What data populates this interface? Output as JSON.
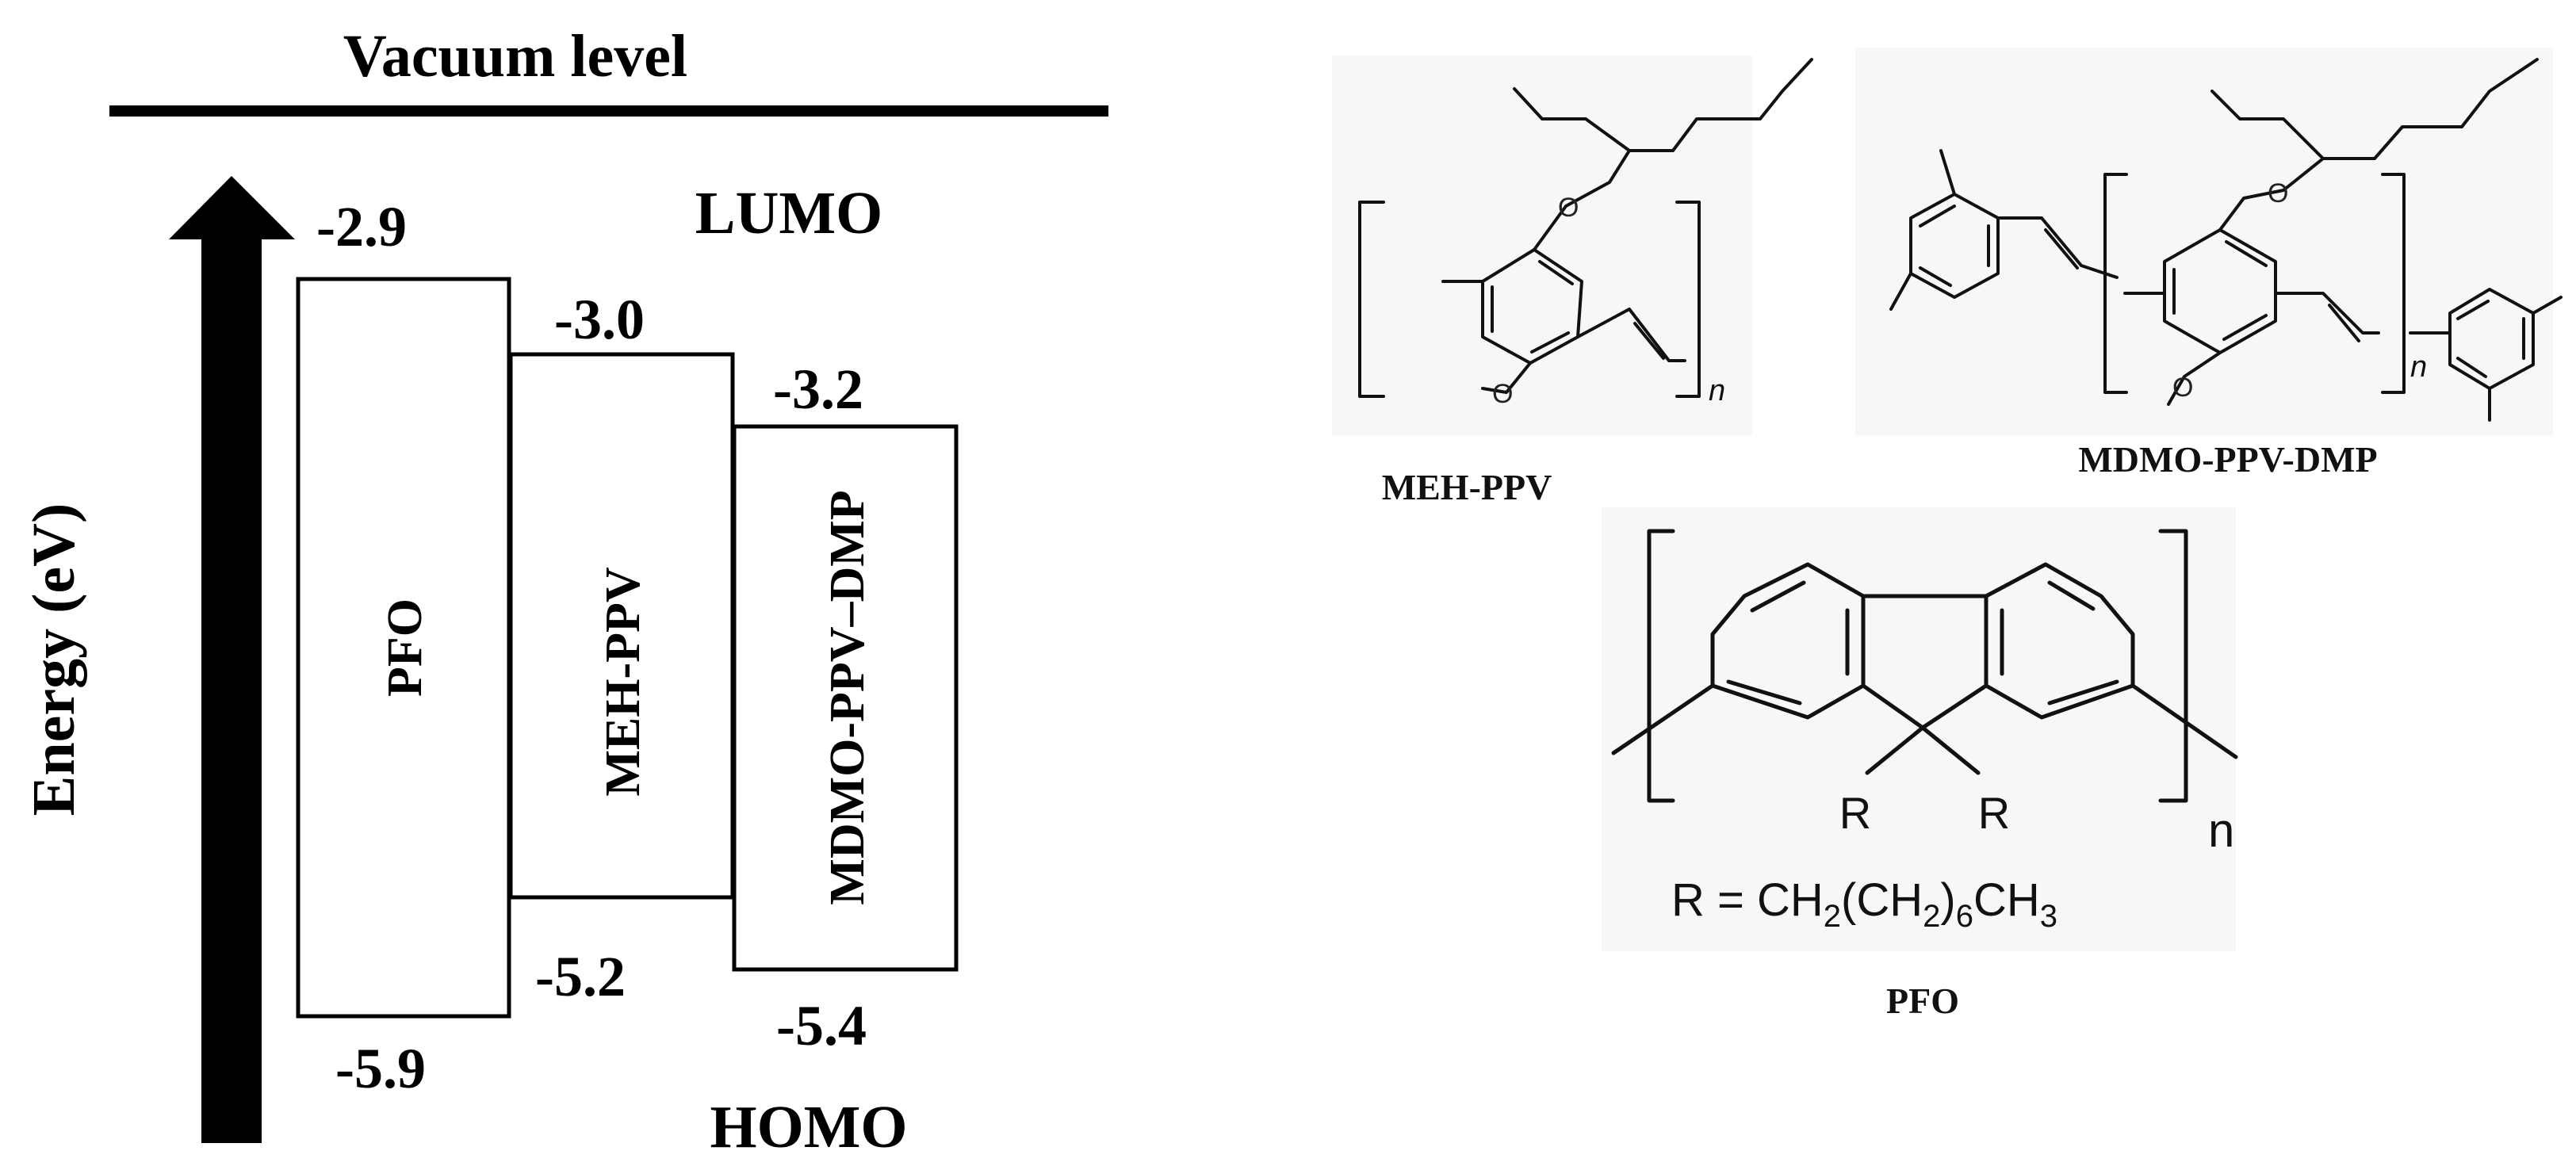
{
  "energy_diagram": {
    "vacuum_label": "Vacuum level",
    "axis_label": "Energy (eV)",
    "lumo_label": "LUMO",
    "homo_label": "HOMO",
    "boxes": [
      {
        "name": "PFO",
        "lumo": -2.9,
        "homo": -5.9,
        "lumo_text": "-2.9",
        "homo_text": "-5.9"
      },
      {
        "name": "MEH-PPV",
        "lumo": -3.0,
        "homo": -5.2,
        "lumo_text": "-3.0",
        "homo_text": "-5.2"
      },
      {
        "name": "MDMO-PPV–DMP",
        "lumo": -3.2,
        "homo": -5.4,
        "lumo_text": "-3.2",
        "homo_text": "-5.4"
      }
    ]
  },
  "structures": {
    "meh_ppv_caption": "MEH-PPV",
    "mdmo_caption": "MDMO-PPV-DMP",
    "pfo_caption": "PFO",
    "repeat_n": "n",
    "pfo_r1": "R",
    "pfo_r2": "R",
    "pfo_formula": {
      "prefix": "R = CH",
      "sub1": "2",
      "mid1": "(CH",
      "sub2": "2",
      "mid2": ")",
      "sub3": "6",
      "mid3": "CH",
      "sub4": "3"
    }
  }
}
